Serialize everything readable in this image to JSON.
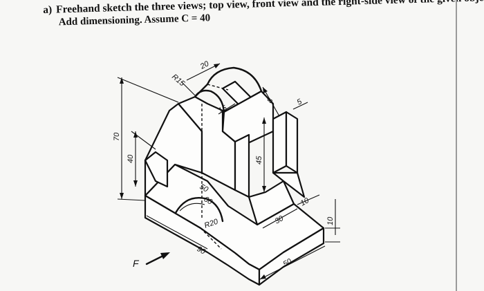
{
  "question": {
    "label": "a)",
    "line1": "Freehand sketch the three views; top view, front view and the right-side view of the given object.",
    "line2": "Add dimensioning. Assume C = 40"
  },
  "dimensions": {
    "r15": "R15",
    "d20": "20",
    "d15": "15",
    "d8": "8",
    "d5": "5",
    "d70": "70",
    "d40": "40",
    "d45": "45",
    "d50a": "50",
    "d60": "60",
    "r20": "R20",
    "d90": "90",
    "d30": "30",
    "d10a": "10",
    "d10b": "10",
    "d50b": "50",
    "front_marker": "F"
  }
}
